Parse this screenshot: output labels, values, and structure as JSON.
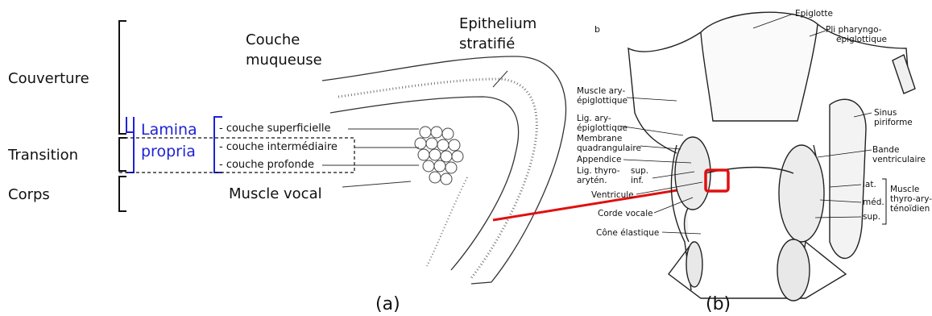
{
  "panel_a": {
    "labels": {
      "couverture": "Couverture",
      "transition": "Transition",
      "corps": "Corps",
      "lamina": "Lamina",
      "propria": "propria",
      "couche_superficielle": "- couche superficielle",
      "couche_intermediaire": "- couche intermédiaire",
      "couche_profonde": "- couche profonde",
      "couche": "Couche",
      "muqueuse": "muqueuse",
      "epithelium": "Epithelium",
      "stratifie": "stratifié",
      "muscle_vocal": "Muscle vocal",
      "caption": "(a)"
    },
    "colors": {
      "lamina": "#1f22d4",
      "ink": "#111111"
    }
  },
  "panel_b": {
    "labels": {
      "letter": "b",
      "epiglotte": "Epiglotte",
      "pli1": "Pli pharyngo-",
      "pli2": "épiglottique",
      "muscle_ary1": "Muscle ary-",
      "muscle_ary2": "épiglottique",
      "lig_ary1": "Lig. ary-",
      "lig_ary2": "épiglottique",
      "membrane1": "Membrane",
      "membrane2": "quadrangulaire",
      "appendice": "Appendice",
      "lig_thyro1": "Lig. thyro-",
      "lig_thyro2": "arytén.",
      "sup_inf1": "sup.",
      "sup_inf2": "inf.",
      "ventricule": "Ventricule",
      "corde_vocale": "Corde vocale",
      "cone": "Cône élastique",
      "sinus1": "Sinus",
      "sinus2": "piriforme",
      "bande1": "Bande",
      "bande2": "ventriculaire",
      "lat": "lat.",
      "med": "méd.",
      "sup": "sup.",
      "muscle_thyro1": "Muscle",
      "muscle_thyro2": "thyro-ary-",
      "muscle_thyro3": "ténoïdien",
      "caption": "(b)"
    },
    "colors": {
      "highlight": "#e01010",
      "ink": "#111111"
    }
  }
}
